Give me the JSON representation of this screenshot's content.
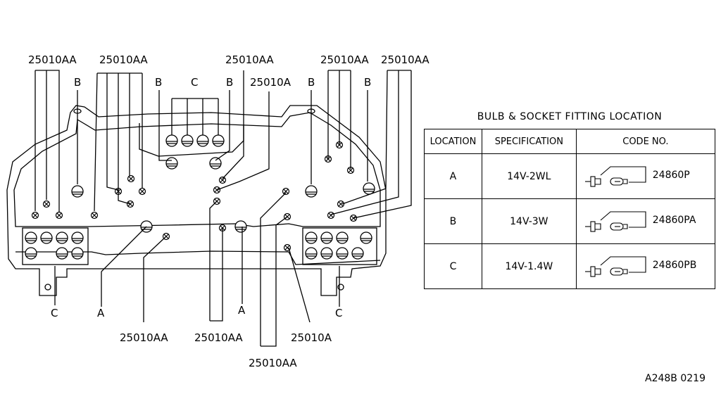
{
  "callouts": {
    "p_aa_1": "25010AA",
    "p_aa_2": "25010AA",
    "p_aa_3": "25010AA",
    "p_aa_4": "25010AA",
    "p_aa_5": "25010AA",
    "p_a_top": "25010A",
    "p_aa_b1": "25010AA",
    "p_aa_b2": "25010AA",
    "p_aa_b3": "25010AA",
    "p_a_bot": "25010A",
    "loc_b1": "B",
    "loc_b2": "B",
    "loc_b3": "B",
    "loc_b4": "B",
    "loc_b5": "B",
    "loc_c_top": "C",
    "loc_c_left": "C",
    "loc_c_right": "C",
    "loc_a_left": "A",
    "loc_a_mid": "A"
  },
  "table": {
    "title": "BULB & SOCKET FITTING LOCATION",
    "headers": [
      "LOCATION",
      "SPECIFICATION",
      "CODE NO."
    ],
    "rows": [
      {
        "location": "A",
        "spec": "14V-2WL",
        "code": "24860P"
      },
      {
        "location": "B",
        "spec": "14V-3W",
        "code": "24860PA"
      },
      {
        "location": "C",
        "spec": "14V-1.4W",
        "code": "24860PB"
      }
    ]
  },
  "footer_code": "A248B 0219",
  "icons": [
    "wedge-bulb-icon",
    "socket-icon"
  ]
}
